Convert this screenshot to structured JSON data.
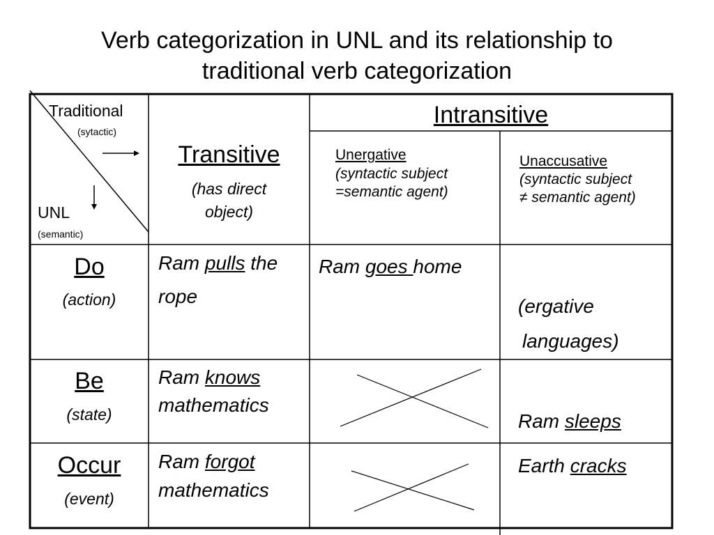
{
  "slide": {
    "title_line1": "Verb categorization in UNL and its relationship to",
    "title_line2": "traditional verb categorization"
  },
  "corner": {
    "traditional": "Traditional",
    "traditional_sub": "(sytactic)",
    "unl": "UNL",
    "unl_sub": "(semantic)"
  },
  "header": {
    "transitive": "Transitive",
    "transitive_sub_line1": "(has direct",
    "transitive_sub_line2": "object)",
    "intransitive": "Intransitive",
    "unergative": "Unergative",
    "unergative_sub_line1": "(syntactic subject",
    "unergative_sub_line2": "=semantic agent)",
    "unaccusative": "Unaccusative",
    "unaccusative_sub_line1": "(syntactic subject",
    "unaccusative_sub_line2": "≠ semantic agent)"
  },
  "rows": [
    {
      "name": "Do",
      "sub": "(action)",
      "transitive": {
        "pre": "Ram ",
        "verb": "pulls",
        "post": " the",
        "line2": "rope"
      },
      "unergative": {
        "pre": "Ram ",
        "verb": "goes ",
        "post": "home"
      },
      "unaccusative": {
        "line1": "(ergative",
        "line2": "languages)"
      }
    },
    {
      "name": "Be",
      "sub": "(state)",
      "transitive": {
        "pre": "Ram ",
        "verb": "knows",
        "line2": "mathematics"
      },
      "unaccusative": {
        "pre": "Ram ",
        "verb": "sleeps"
      }
    },
    {
      "name": "Occur",
      "sub": "(event)",
      "transitive": {
        "pre": "Ram ",
        "verb": "forgot",
        "line2": "mathematics"
      },
      "unaccusative": {
        "pre": "Earth ",
        "verb": "cracks"
      }
    }
  ]
}
